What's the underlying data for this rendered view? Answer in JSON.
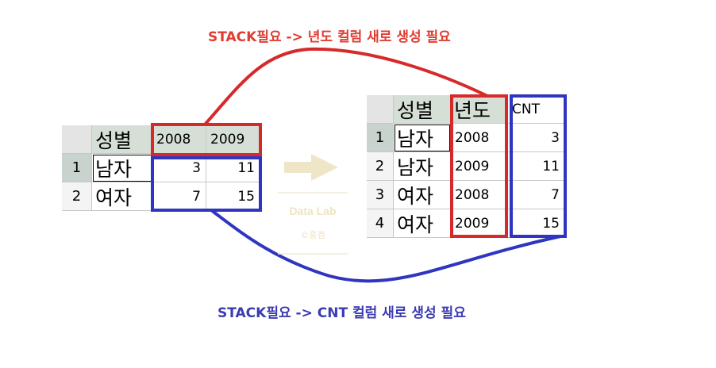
{
  "captions": {
    "top": "STACK필요 -> 년도 컬럼 새로 생성 필요",
    "bottom": "STACK필요 -> CNT 컬럼 새로 생성 필요"
  },
  "left_table": {
    "headers": [
      "성별",
      "2008",
      "2009"
    ],
    "rows": [
      {
        "num": "1",
        "gender": "남자",
        "v2008": "3",
        "v2009": "11"
      },
      {
        "num": "2",
        "gender": "여자",
        "v2008": "7",
        "v2009": "15"
      }
    ]
  },
  "right_table": {
    "headers": [
      "성별",
      "년도",
      "CNT"
    ],
    "rows": [
      {
        "num": "1",
        "gender": "남자",
        "year": "2008",
        "cnt": "3"
      },
      {
        "num": "2",
        "gender": "남자",
        "year": "2009",
        "cnt": "11"
      },
      {
        "num": "3",
        "gender": "여자",
        "year": "2008",
        "cnt": "7"
      },
      {
        "num": "4",
        "gender": "여자",
        "year": "2009",
        "cnt": "15"
      }
    ]
  },
  "watermark": {
    "title": "Data Lab",
    "subtitle": "©홍켐"
  },
  "colors": {
    "red": "#d62a2a",
    "blue": "#2f35c0",
    "arrow": "#efe6c8",
    "header_bg": "#d6dfd6"
  }
}
